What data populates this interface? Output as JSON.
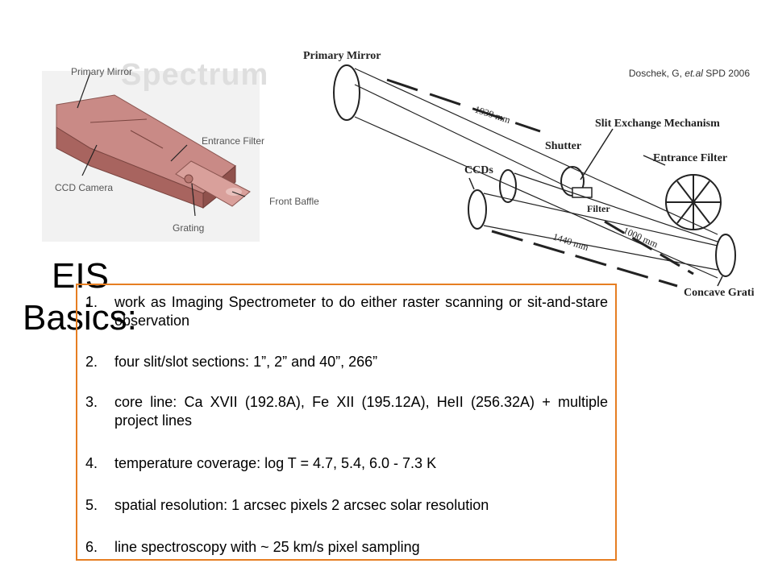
{
  "instrument_picture": {
    "overlay_word": "Spectrum",
    "callouts": {
      "primary_mirror": "Primary Mirror",
      "entrance_filter": "Entrance Filter",
      "ccd_camera": "CCD Camera",
      "front_baffle": "Front Baffle",
      "grating": "Grating"
    }
  },
  "optics_diagram": {
    "labels": {
      "primary_mirror": "Primary Mirror",
      "slit_exchange": "Slit Exchange Mechanism",
      "shutter": "Shutter",
      "entrance_filter": "Entrance Filter",
      "ccds": "CCDs",
      "filter": "Filter",
      "concave_grating": "Concave Grating"
    },
    "distances": {
      "d1939": "1939 mm",
      "d1440": "1440 mm",
      "d1000": "1000 mm"
    }
  },
  "citation": {
    "author": "Doschek, G,",
    "etal": "et.al",
    "venue": "SPD 2006"
  },
  "title": {
    "line1": "EIS",
    "line2": "Basics:"
  },
  "items": [
    {
      "num": "1.",
      "text": "work as Imaging Spectrometer to do either raster scanning or sit-and-stare observation"
    },
    {
      "num": "2.",
      "text": "four slit/slot sections: 1”, 2” and 40”, 266”"
    },
    {
      "num": "3.",
      "text": "core line: Ca XVII (192.8A), Fe XII (195.12A), HeII (256.32A) + multiple project lines"
    },
    {
      "num": "4.",
      "text": "temperature coverage: log T = 4.7, 5.4, 6.0 - 7.3 K"
    },
    {
      "num": "5.",
      "text": "spatial resolution: 1 arcsec pixels 2 arcsec solar resolution"
    },
    {
      "num": "6.",
      "text": "line spectroscopy with ~ 25 km/s pixel sampling"
    }
  ]
}
